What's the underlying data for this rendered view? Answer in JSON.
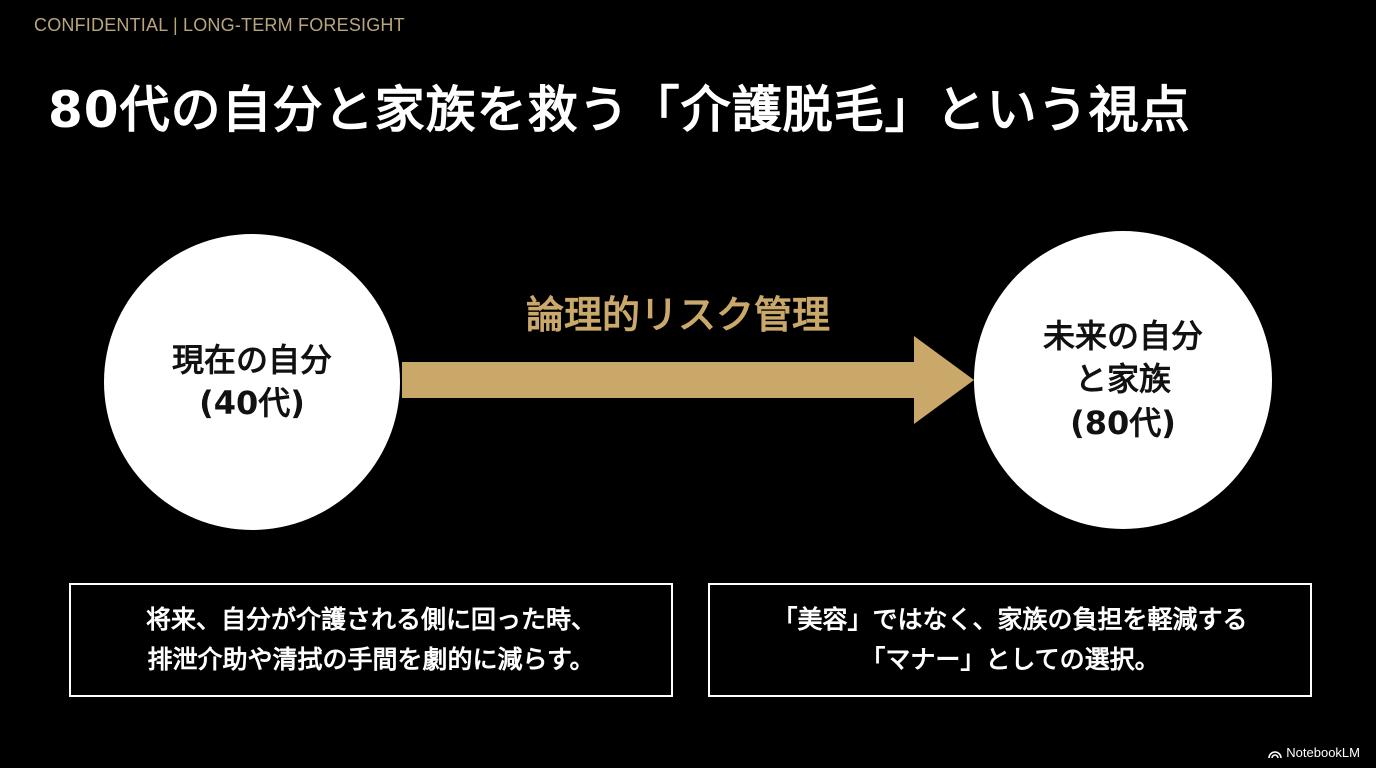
{
  "header": {
    "label": "CONFIDENTIAL | LONG-TERM FORESIGHT"
  },
  "title": "80代の自分と家族を救う「介護脱毛」という視点",
  "diagram": {
    "left_node": {
      "lines": [
        "現在の自分",
        "(40代)"
      ]
    },
    "right_node": {
      "lines": [
        "未来の自分",
        "と家族",
        "(80代)"
      ]
    },
    "arrow_label": "論理的リスク管理",
    "arrow_color": "#c9a86a"
  },
  "notes": {
    "left": [
      "将来、自分が介護される側に回った時、",
      "排泄介助や清拭の手間を劇的に減らす。"
    ],
    "right": [
      "「美容」ではなく、家族の負担を軽減する",
      "「マナー」としての選択。"
    ]
  },
  "footer": {
    "brand": "NotebookLM",
    "brand_icon": "notebooklm-logo-icon"
  }
}
